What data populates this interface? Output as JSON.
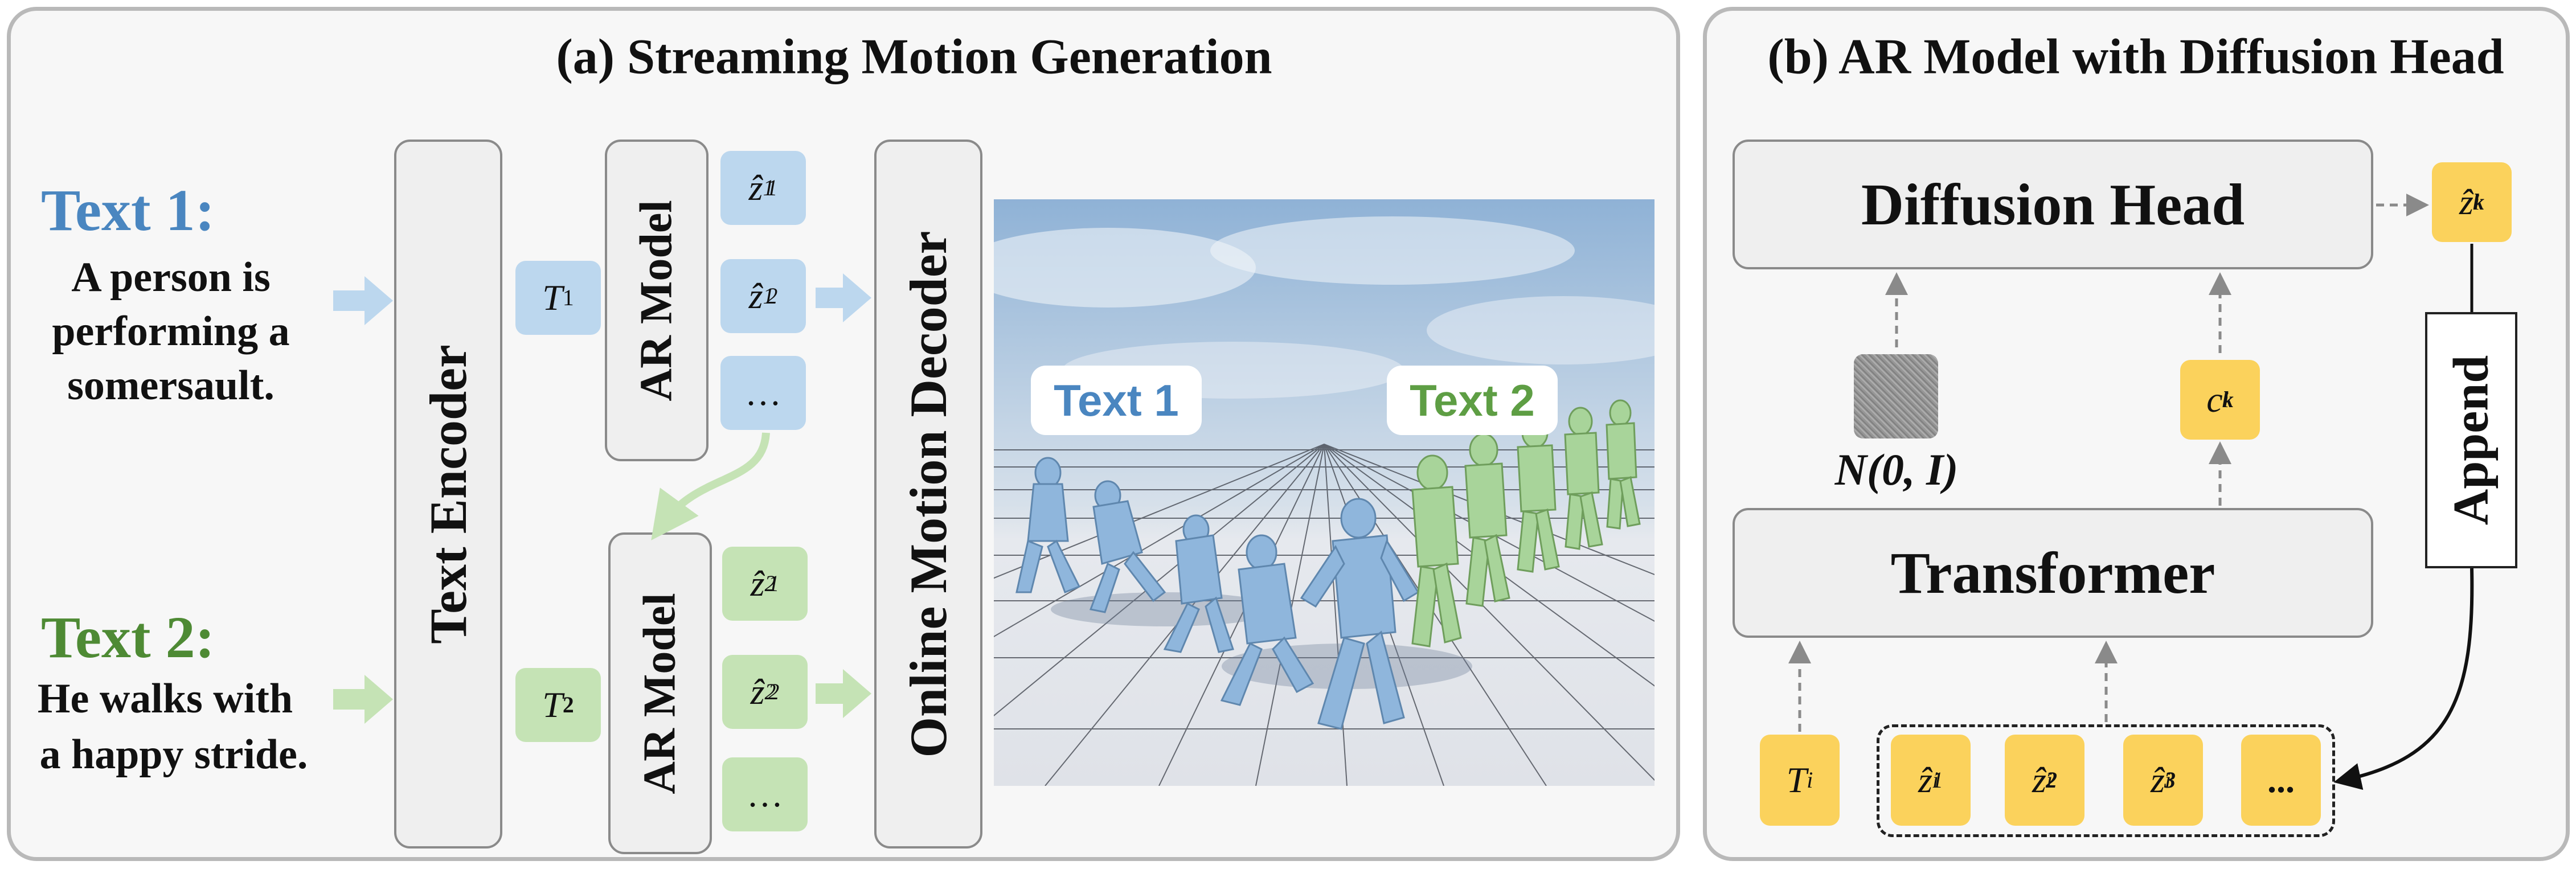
{
  "left_panel": {
    "title": "(a) Streaming Motion Generation",
    "text1": {
      "label": "Text 1:",
      "line1": "A person is",
      "line2": "performing a",
      "line3": "somersault."
    },
    "text2": {
      "label": "Text 2:",
      "line1": "He walks with",
      "line2": "a happy stride."
    },
    "text_encoder": "Text Encoder",
    "ar_model_1": "AR Model",
    "ar_model_2": "AR Model",
    "decoder": "Online Motion Decoder",
    "t1": {
      "base": "T",
      "sub": "1"
    },
    "t2": {
      "base": "T",
      "sub": "2"
    },
    "latents_1": [
      {
        "base": "ẑ",
        "sup": "1",
        "sub": "1"
      },
      {
        "base": "ẑ",
        "sup": "2",
        "sub": "1"
      }
    ],
    "latents_2": [
      {
        "base": "ẑ",
        "sup": "1",
        "sub": "2"
      },
      {
        "base": "ẑ",
        "sup": "2",
        "sub": "2"
      }
    ],
    "ellipsis": "…",
    "scene_bubble_1": "Text 1",
    "scene_bubble_2": "Text 2"
  },
  "right_panel": {
    "title": "(b) AR Model with Diffusion Head",
    "diffusion_head": "Diffusion Head",
    "transformer": "Transformer",
    "append": "Append",
    "noise_label": "N(0, I)",
    "ti": {
      "base": "T",
      "sub": "i"
    },
    "zk": {
      "base": "ẑ",
      "sup": "k",
      "sub": "i"
    },
    "ck": {
      "base": "c",
      "sup": "k",
      "sub": "i"
    },
    "tokens": [
      {
        "base": "ẑ",
        "sup": "1",
        "sub": "i"
      },
      {
        "base": "ẑ",
        "sup": "2",
        "sub": "i"
      },
      {
        "base": "ẑ",
        "sup": "3",
        "sub": "i"
      }
    ],
    "dots": "..."
  },
  "colors": {
    "blue_text": "#4a86c0",
    "green_text": "#4e8a34",
    "blue_token": "#bcd7ee",
    "green_token": "#c5e3b5",
    "yellow_token": "#fbd25c"
  }
}
